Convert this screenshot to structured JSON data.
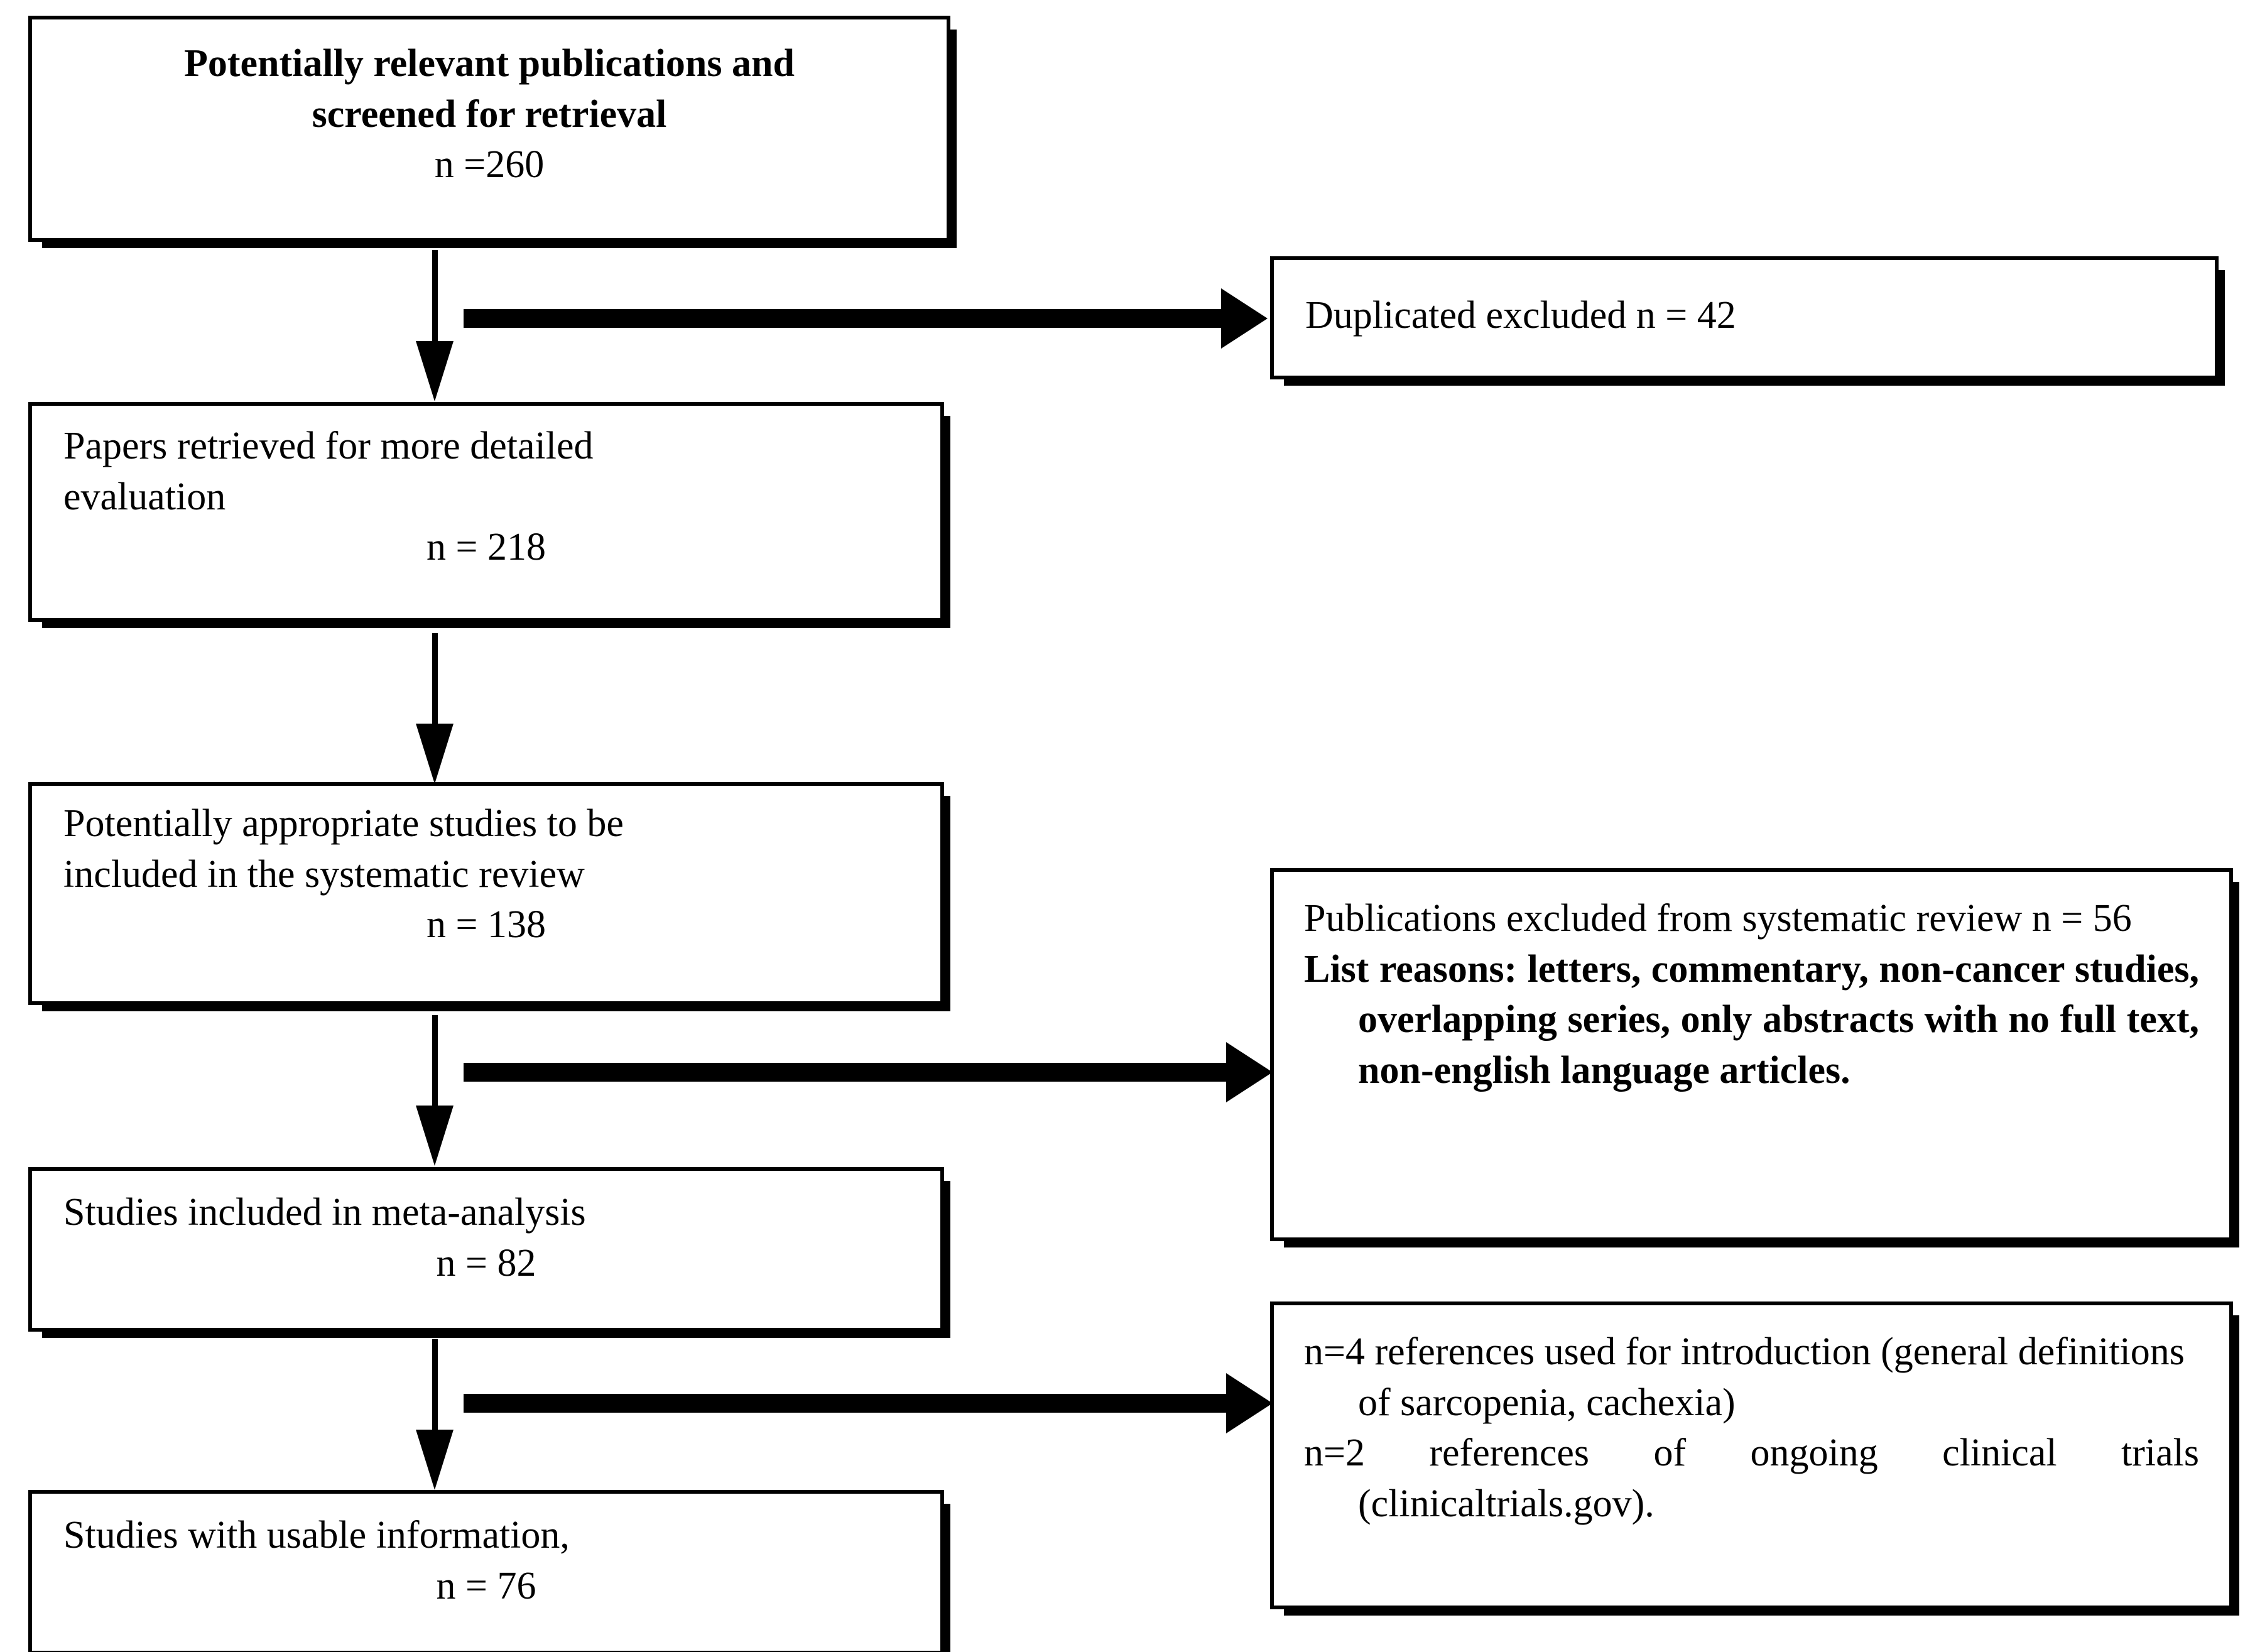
{
  "diagram": {
    "type": "prisma-flow-diagram",
    "title": "Study selection flow diagram",
    "stroke_color": "#000000",
    "background_color": "#ffffff"
  },
  "boxes": {
    "screened": {
      "line1": "Potentially relevant publications and",
      "line2": "screened for retrieval",
      "count_label": "n =260"
    },
    "retrieved": {
      "line1": "Papers retrieved for more detailed",
      "line2": "evaluation",
      "count_label": "n = 218"
    },
    "appropriate": {
      "line1": "Potentially appropriate studies to be",
      "line2": "included in the systematic review",
      "count_label": "n = 138"
    },
    "meta_analysis": {
      "line1": "Studies included in meta-analysis",
      "count_label": "n = 82"
    },
    "usable": {
      "line1": "Studies with usable information,",
      "count_label": "n = 76"
    },
    "duplicates_excluded": {
      "text": "Duplicated excluded n = 42"
    },
    "publications_excluded": {
      "paragraph1": "Publications excluded from systematic review n = 56",
      "paragraph2": "List reasons: letters, commentary, non-cancer studies, overlapping series, only abstracts with no full text, non-english language articles."
    },
    "other_references": {
      "paragraph1": "n=4 references used for introduction (general definitions of sarcopenia, cachexia)",
      "paragraph2": "n=2 references of ongoing clinical trials (clinicaltrials.gov)."
    }
  },
  "arrows": [
    {
      "name": "screened-to-retrieved",
      "direction": "down"
    },
    {
      "name": "screened-to-duplicates",
      "direction": "right"
    },
    {
      "name": "retrieved-to-appropriate",
      "direction": "down"
    },
    {
      "name": "appropriate-to-meta-analysis",
      "direction": "down"
    },
    {
      "name": "appropriate-to-publications-excluded",
      "direction": "right"
    },
    {
      "name": "meta-analysis-to-usable",
      "direction": "down"
    },
    {
      "name": "meta-analysis-to-other-references",
      "direction": "right"
    }
  ]
}
